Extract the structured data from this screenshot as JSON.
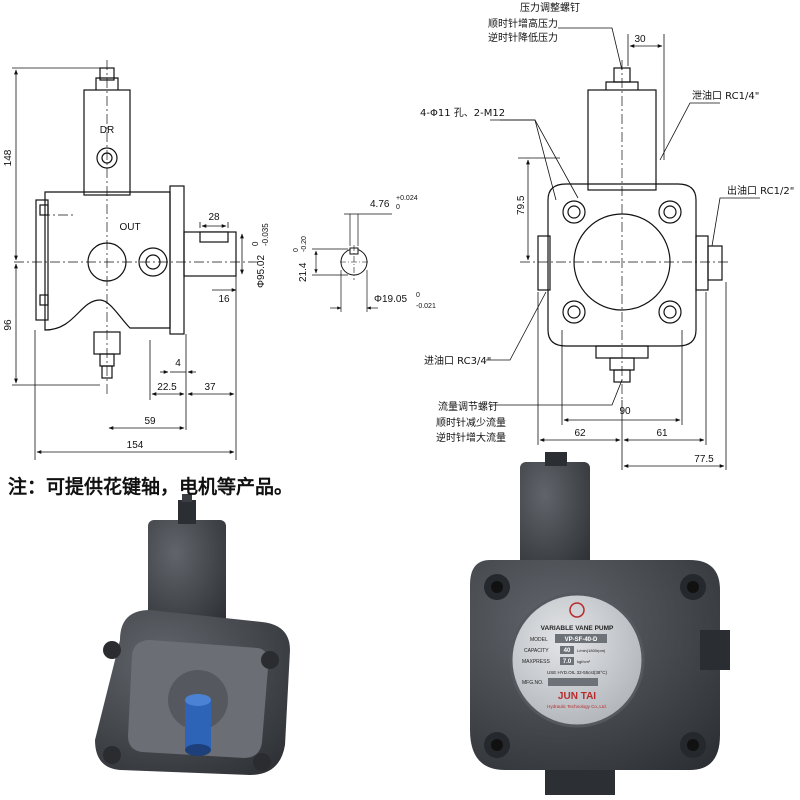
{
  "drawing_left": {
    "port_out_label": "OUT",
    "port_dr_label": "DR",
    "dims": {
      "overall_height": "148",
      "lower_height": "96",
      "key_width": "28",
      "shaft_dia": "Φ95.02",
      "shaft_dia_tol_upper": "0",
      "shaft_dia_tol_lower": "-0.035",
      "shaft_16": "16",
      "gap_4": "4",
      "dim_22_5": "22.5",
      "dim_37": "37",
      "dim_59": "59",
      "overall_length": "154"
    }
  },
  "shaft_section": {
    "key_dim": "4.76",
    "key_tol_upper": "+0.024",
    "key_tol_lower": "0",
    "height_dim": "21.4",
    "height_tol_upper": "0",
    "height_tol_lower": "-0.20",
    "shaft_dia": "Φ19.05",
    "shaft_tol_upper": "0",
    "shaft_tol_lower": "-0.021"
  },
  "drawing_right": {
    "pressure_screw": "压力调整螺钉",
    "pressure_cw": "顺时针增高压力",
    "pressure_ccw": "逆时针降低压力",
    "dim_30": "30",
    "mount_holes": "4-Φ11 孔、2-M12",
    "drain_port": "泄油口 RC1/4\"",
    "outlet_port": "出油口 RC1/2\"",
    "inlet_port": "进油口 RC3/4\"",
    "dim_79_5": "79.5",
    "flow_screw": "流量调节螺钉",
    "flow_cw": "顺时针减少流量",
    "flow_ccw": "逆时针增大流量",
    "dim_90": "90",
    "dim_62": "62",
    "dim_61": "61",
    "dim_77_5": "77.5"
  },
  "note": "注：可提供花键轴，电机等产品。",
  "nameplate": {
    "brand": "JUN TAI",
    "title": "VARIABLE VANE PUMP",
    "model_label": "MODEL",
    "model": "VP-SF-40-D",
    "capacity_label": "CAPACITY",
    "capacity": "40",
    "capacity_unit": "L/min(1800rpm)",
    "maxpress_label": "MAXPRESS",
    "maxpress": "7.0",
    "maxpress_unit": "kgf/cm²",
    "oil": "USE HYD.OIL 32-55cst(38°C)",
    "mfg_label": "MFG.NO.",
    "company": "Hydraulic Technology Co.,Ltd."
  },
  "colors": {
    "pump_body": "#3a3d42",
    "pump_highlight": "#5a5e64",
    "plate_bg": "#c9ccd0",
    "shaft_blue": "#2e64b8",
    "brand_red": "#b82b2b"
  }
}
